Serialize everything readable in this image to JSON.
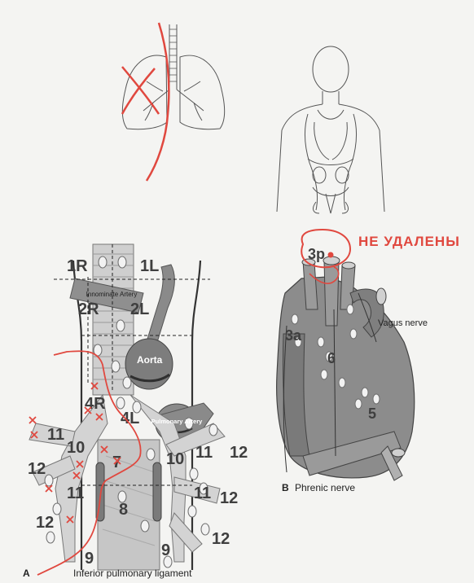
{
  "panel_a": {
    "letter": "A",
    "caption": "Inferior pulmonary ligament",
    "stations": {
      "s1r": "1R",
      "s1l": "1L",
      "s2r": "2R",
      "s2l": "2L",
      "s4r": "4R",
      "s4l": "4L",
      "s7": "7",
      "s8": "8",
      "s9r": "9",
      "s9l": "9",
      "s10r": "10",
      "s10l": "10",
      "s11r_top": "11",
      "s11r_bottom": "11",
      "s11l_top": "11",
      "s11l_bottom": "11",
      "s12r_top": "12",
      "s12r_bottom": "12",
      "s12l_top": "12",
      "s12l_mid": "12",
      "s12l_bottom": "12"
    },
    "structures": {
      "innominate": "Innominate Artery",
      "aorta": "Aorta",
      "pulmonary": "Pulmonary Artery"
    }
  },
  "panel_b": {
    "letter": "B",
    "stations": {
      "s3p": "3p",
      "s3a": "3a",
      "s5": "5",
      "s6": "6"
    },
    "vagus": "Vagus nerve",
    "phrenic": "Phrenic nerve",
    "handwritten_note": "НЕ УДАЛЕНЫ"
  },
  "colors": {
    "annotation_red": "#e0483f",
    "anatomy_gray": "#8c8c8c",
    "line_black": "#333333"
  }
}
